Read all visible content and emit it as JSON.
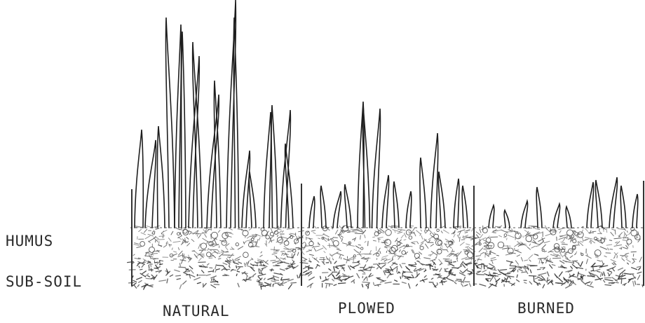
{
  "layer_labels": {
    "humus": "HUMUS",
    "subsoil": "SUB-SOIL"
  },
  "sections": [
    {
      "id": "natural",
      "label": "NATURAL"
    },
    {
      "id": "plowed",
      "label": "PLOWED"
    },
    {
      "id": "burned",
      "label": "BURNED"
    }
  ]
}
